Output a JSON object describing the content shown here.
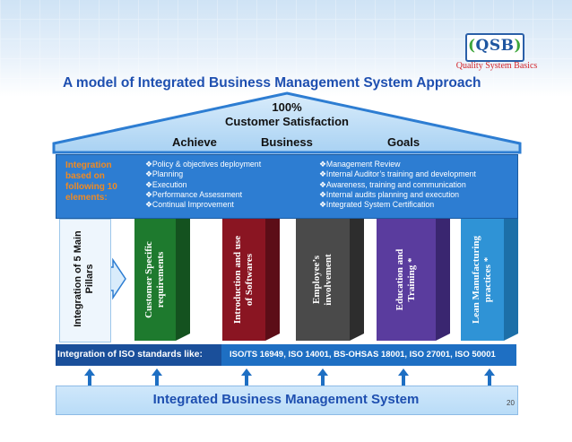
{
  "logo": {
    "text": "QSB",
    "open_paren": "(",
    "close_paren": ")",
    "subtitle": "Quality System Basics"
  },
  "title": "A model of Integrated Business Management System Approach",
  "roof": {
    "line1": "100%",
    "line2": "Customer Satisfaction",
    "word_achieve": "Achieve",
    "word_business": "Business",
    "word_goals": "Goals"
  },
  "band": {
    "label": "Integration based on following 10 elements:",
    "left_items": [
      "❖Policy & objectives deployment",
      "❖Planning",
      "❖Execution",
      "❖Performance Assessment",
      "❖Continual Improvement"
    ],
    "right_items": [
      "❖Management Review",
      "❖Internal Auditor’s training and development",
      "❖Awareness, training and communication",
      "❖Internal audits planning and execution",
      "❖Integrated System Certification"
    ]
  },
  "pillars_label": "Integration of 5 Main Pillars",
  "pillars": [
    {
      "line1": "Customer Specific",
      "line2": "requirements",
      "color": "#1e7a2e"
    },
    {
      "line1": "Introduction and use",
      "line2": "of Softwares",
      "color": "#8a1522"
    },
    {
      "line1": "Employee’s",
      "line2": "involvement",
      "color": "#4a4a4a"
    },
    {
      "line1": "Education and",
      "line2": "Training *",
      "color": "#5a3c9e"
    },
    {
      "line1": "Lean Manufacturing",
      "line2": "practices *",
      "color": "#2f93d6"
    }
  ],
  "iso": {
    "label": "Integration of ISO standards like:",
    "standards": "ISO/TS 16949, ISO 14001, BS-OHSAS 18001, ISO 27001, ISO 50001"
  },
  "foundation": "Integrated Business Management System",
  "page_number": "20",
  "colors": {
    "title": "#1e4fb0",
    "band": "#2d7dd2",
    "band_label": "#f08a22",
    "logo_red": "#d2242a",
    "logo_green": "#3da63b",
    "roof": "#2d7dd2",
    "arrow": "#1e6fc3"
  }
}
